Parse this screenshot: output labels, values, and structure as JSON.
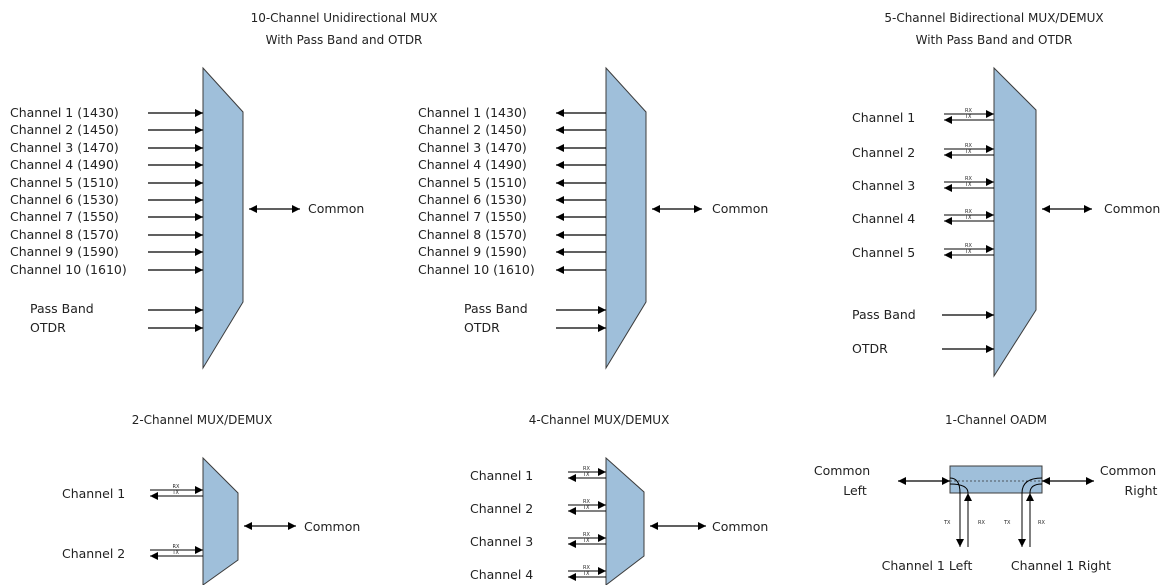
{
  "titles": {
    "mux10": [
      "10-Channel Unidirectional MUX",
      "With Pass Band and OTDR"
    ],
    "bidi5": [
      "5-Channel Bidirectional MUX/DEMUX",
      "With Pass Band and OTDR"
    ],
    "mux2": "2-Channel MUX/DEMUX",
    "mux4": "4-Channel MUX/DEMUX",
    "oadm": "1-Channel OADM"
  },
  "channels10": [
    "Channel 1 (1430)",
    "Channel 2 (1450)",
    "Channel 3 (1470)",
    "Channel 4 (1490)",
    "Channel 5 (1510)",
    "Channel 6 (1530)",
    "Channel 7 (1550)",
    "Channel 8 (1570)",
    "Channel 9 (1590)",
    "Channel 10 (1610)"
  ],
  "channels5": [
    "Channel 1",
    "Channel 2",
    "Channel 3",
    "Channel 4",
    "Channel 5"
  ],
  "channels2": [
    "Channel 1",
    "Channel 2"
  ],
  "channels4": [
    "Channel 1",
    "Channel 2",
    "Channel 3",
    "Channel 4"
  ],
  "pass_band": "Pass Band",
  "otdr": "OTDR",
  "common": "Common",
  "rx": "RX",
  "tx": "TX",
  "oadm_ports": {
    "common_left": [
      "Common",
      "Left"
    ],
    "common_right": [
      "Common",
      "Right"
    ],
    "ch1_left": "Channel 1 Left",
    "ch1_right": "Channel 1 Right"
  },
  "colors": {
    "block_fill": "#9fbfda",
    "line": "#000000"
  }
}
